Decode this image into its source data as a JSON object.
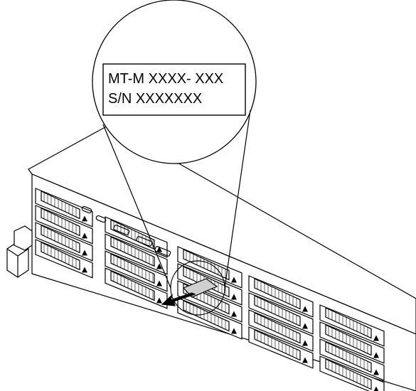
{
  "label": {
    "line1": "MT-M XXXX- XXX",
    "line2": "S/N XXXXXXX"
  },
  "colors": {
    "line": "#000000",
    "background": "#ffffff",
    "tab_fill": "#cfcfcf",
    "arrow_fill": "#000000"
  },
  "icons": {
    "arrow": "pull-out-arrow-icon",
    "tab": "pull-out-label-tab"
  }
}
